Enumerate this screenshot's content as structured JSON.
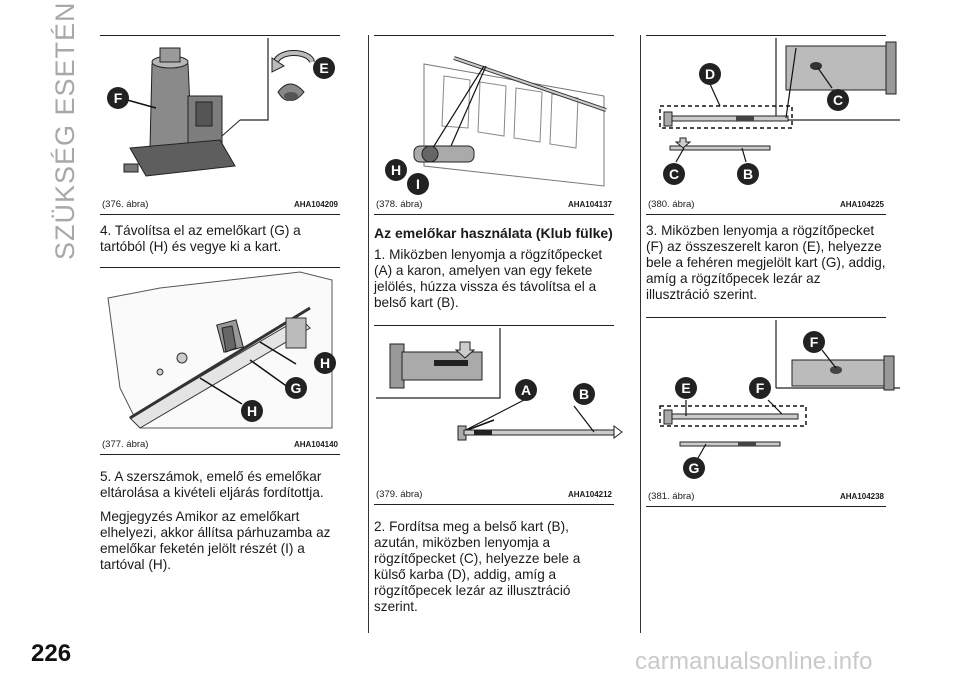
{
  "side_title": "SZÜKSÉG ESETÉN",
  "page_number": "226",
  "watermark": "carmanualsonline.info",
  "col1": {
    "fig376": {
      "caption": "(376. ábra)",
      "code": "AHA104209",
      "labels": {
        "f": "F",
        "e": "E"
      }
    },
    "p1": "4. Távolítsa el az emelőkart (G) a tartóból (H) és vegye ki a kart.",
    "fig377": {
      "caption": "(377. ábra)",
      "code": "AHA104140",
      "labels": {
        "h1": "H",
        "g": "G",
        "h2": "H"
      }
    },
    "p2": "5. A szerszámok, emelő és emelőkar eltárolása a kivételi eljárás fordítottja.",
    "p3": "Megjegyzés  Amikor az emelőkart elhelyezi, akkor állítsa párhuzamba az emelőkar feketén jelölt részét (I) a tartóval (H)."
  },
  "col2": {
    "fig378": {
      "caption": "(378. ábra)",
      "code": "AHA104137",
      "labels": {
        "h": "H",
        "i": "I"
      }
    },
    "heading": "Az emelőkar használata (Klub fülke)",
    "p1": "1. Miközben lenyomja a rögzítőpecket (A) a karon, amelyen van egy fekete jelölés, húzza vissza és távolítsa el a belső kart (B).",
    "fig379": {
      "caption": "(379. ábra)",
      "code": "AHA104212",
      "labels": {
        "a": "A",
        "b": "B"
      }
    },
    "p2": "2. Fordítsa meg a belső kart (B), azután, miközben lenyomja a rögzítőpecket (C), helyezze bele a külső karba (D), addig, amíg a rögzítőpecek lezár az illusztráció szerint."
  },
  "col3": {
    "fig380": {
      "caption": "(380. ábra)",
      "code": "AHA104225",
      "labels": {
        "d": "D",
        "c1": "C",
        "c2": "C",
        "b": "B"
      }
    },
    "p1": "3. Miközben lenyomja a rögzítőpecket (F) az összeszerelt karon (E), helyezze bele a fehéren megjelölt kart (G), addig, amíg a rögzítőpecek lezár az illusztráció szerint.",
    "fig381": {
      "caption": "(381. ábra)",
      "code": "AHA104238",
      "labels": {
        "f1": "F",
        "e": "E",
        "f2": "F",
        "g": "G"
      }
    }
  }
}
